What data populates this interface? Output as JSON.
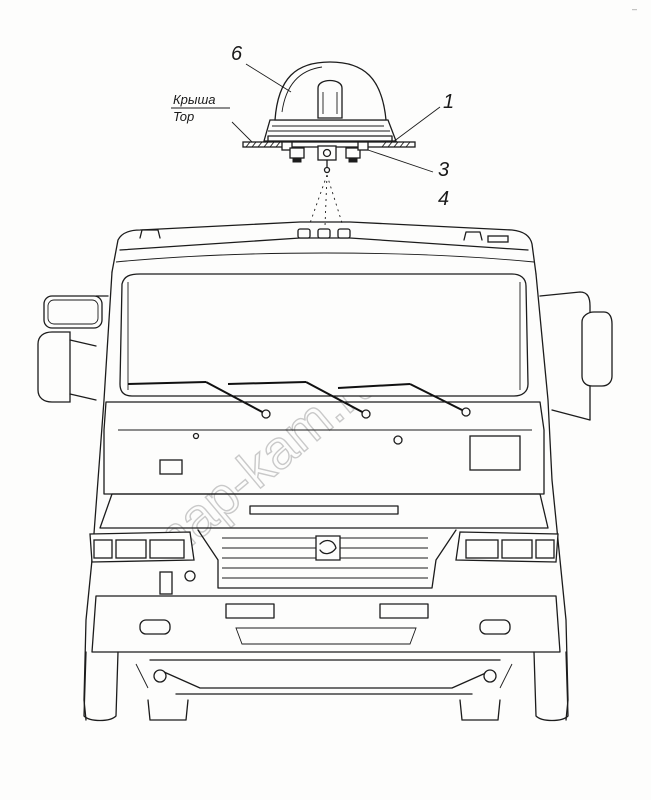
{
  "callouts": {
    "c6": "6",
    "c1": "1",
    "c3": "3",
    "c4": "4"
  },
  "roof_label": {
    "ru": "Крыша",
    "en": "Top"
  },
  "watermark": "nap-kam.ru",
  "corner_mark": "–"
}
